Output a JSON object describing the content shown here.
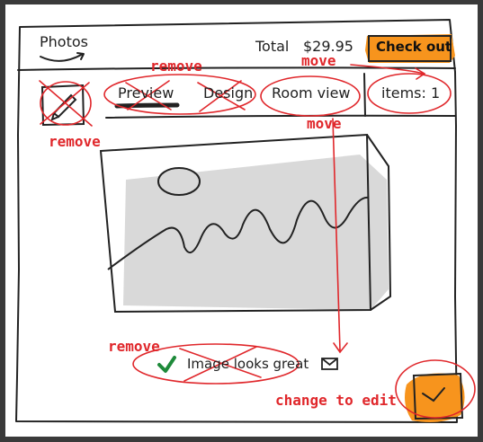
{
  "header": {
    "logo": "Photos",
    "total_label": "Total",
    "total_value": "$29.95",
    "checkout_label": "Check out"
  },
  "toolbar": {
    "tabs": [
      {
        "label": "Preview",
        "selected": true
      },
      {
        "label": "Design"
      },
      {
        "label": "Room view"
      }
    ],
    "items_label": "items: 1"
  },
  "footer": {
    "check_text": "Image looks great"
  },
  "annotations": {
    "remove_tabs": "remove",
    "move_top": "move",
    "remove_icon": "remove",
    "move_items": "move",
    "remove_check": "remove",
    "change_button": "change to edit"
  },
  "icons": [
    "edit-pencil-icon",
    "checkmark-icon",
    "mail-envelope-icon",
    "image-placeholder-icon",
    "confirm-check-icon"
  ],
  "colors": {
    "annotation_red": "#e0272b",
    "accent_orange": "#f7941d",
    "ink": "#222222",
    "image_fill": "#d9d9d9",
    "check_green": "#1e8a3a"
  }
}
